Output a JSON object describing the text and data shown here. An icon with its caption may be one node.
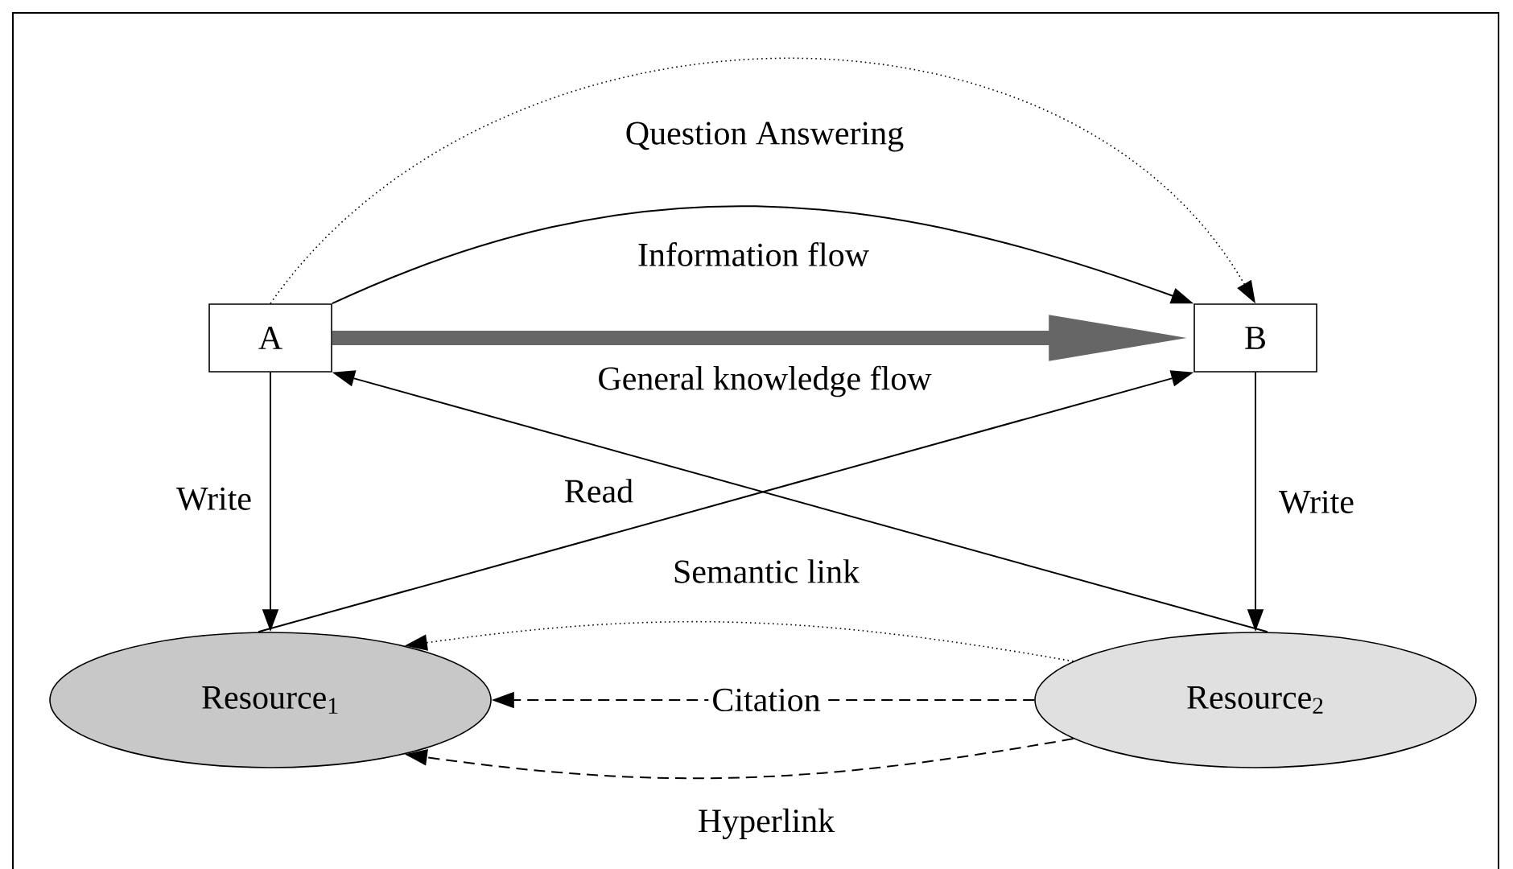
{
  "diagram": {
    "nodes": [
      {
        "text": [
          "A"
        ]
      },
      {
        "text": [
          "B"
        ]
      },
      {
        "text": [
          "Resource$_{1}$"
        ]
      },
      {
        "text": [
          "Resource$_{2}$"
        ]
      }
    ],
    "edges": [
      {
        "from": 0,
        "to": 1,
        "arrow": "to",
        "label": "Question Answering",
        "style": "dashed"
      },
      {
        "from": 0,
        "to": 1,
        "arrow": "to",
        "label": "Information flow"
      },
      {
        "from": 0,
        "to": 1,
        "arrow": "to",
        "label": "General knowledge flow",
        "style": "thick",
        "color": "#666666"
      },
      {
        "from": 0,
        "to": 2,
        "arrow": "to",
        "label": "Write"
      },
      {
        "from": 2,
        "to": 1,
        "arrow": "to",
        "label": "Read"
      },
      {
        "from": 3,
        "to": 0,
        "arrow": "to"
      },
      {
        "from": 1,
        "to": 3,
        "arrow": "to",
        "label": "Write"
      },
      {
        "from": 3,
        "to": 2,
        "arrow": "to",
        "label": "Semantic link",
        "style": "dashed"
      },
      {
        "from": 3,
        "to": 2,
        "arrow": "to",
        "label": "Citation",
        "style": "dashed"
      },
      {
        "from": 3,
        "to": 2,
        "arrow": "to",
        "label": "Hyperlink",
        "style": "dashed"
      }
    ]
  }
}
